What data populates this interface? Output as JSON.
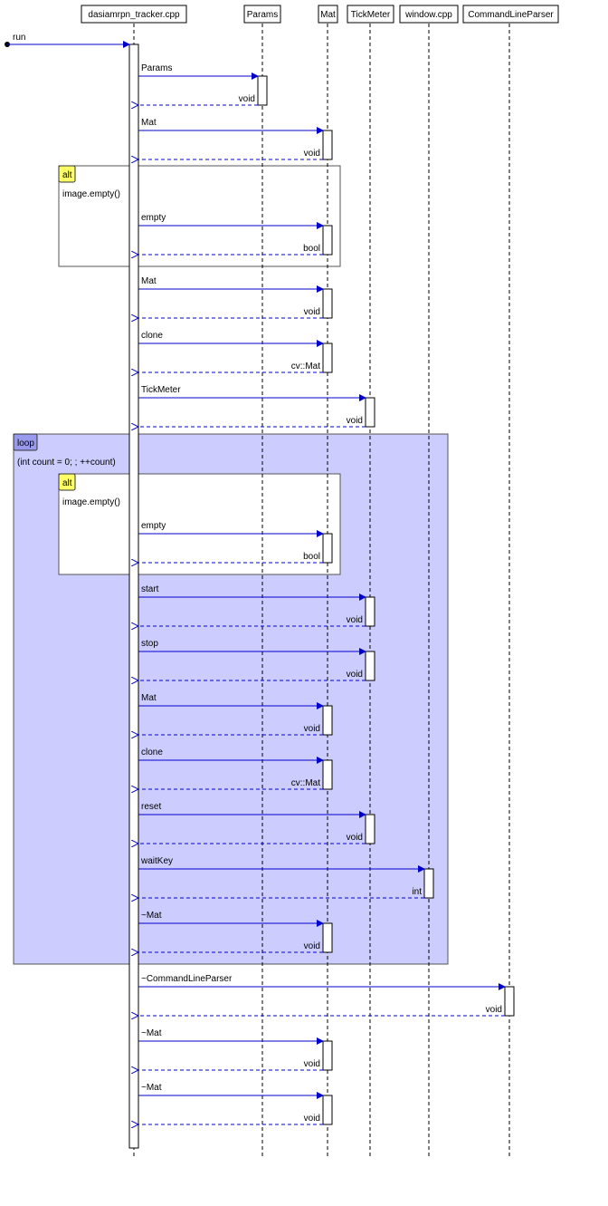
{
  "participants": [
    {
      "id": "dt",
      "label": "dasiamrpn_tracker.cpp"
    },
    {
      "id": "pa",
      "label": "Params"
    },
    {
      "id": "mat",
      "label": "Mat"
    },
    {
      "id": "tm",
      "label": "TickMeter"
    },
    {
      "id": "win",
      "label": "window.cpp"
    },
    {
      "id": "clp",
      "label": "CommandLineParser"
    }
  ],
  "entry": {
    "label": "run",
    "to": "dt"
  },
  "messages": [
    {
      "label": "Params",
      "to": "pa",
      "ret": "void"
    },
    {
      "label": "Mat",
      "to": "mat",
      "ret": "void"
    },
    {
      "label": "empty",
      "to": "mat",
      "ret": "bool"
    },
    {
      "label": "Mat",
      "to": "mat",
      "ret": "void"
    },
    {
      "label": "clone",
      "to": "mat",
      "ret": "cv::Mat"
    },
    {
      "label": "TickMeter",
      "to": "tm",
      "ret": "void"
    },
    {
      "label": "empty",
      "to": "mat",
      "ret": "bool"
    },
    {
      "label": "start",
      "to": "tm",
      "ret": "void"
    },
    {
      "label": "stop",
      "to": "tm",
      "ret": "void"
    },
    {
      "label": "Mat",
      "to": "mat",
      "ret": "void"
    },
    {
      "label": "clone",
      "to": "mat",
      "ret": "cv::Mat"
    },
    {
      "label": "reset",
      "to": "tm",
      "ret": "void"
    },
    {
      "label": "waitKey",
      "to": "win",
      "ret": "int"
    },
    {
      "label": "~Mat",
      "to": "mat",
      "ret": "void"
    },
    {
      "label": "~CommandLineParser",
      "to": "clp",
      "ret": "void"
    },
    {
      "label": "~Mat",
      "to": "mat",
      "ret": "void"
    },
    {
      "label": "~Mat",
      "to": "mat",
      "ret": "void"
    }
  ],
  "fragments": [
    {
      "kind": "alt",
      "guard": "image.empty()"
    },
    {
      "kind": "loop",
      "guard": "(int count = 0; ; ++count)"
    },
    {
      "kind": "alt",
      "guard": "image.empty()"
    }
  ],
  "colors": {
    "call": "#0000cc",
    "loop_fill": "#ccccff",
    "loop_tag": "#9999ee",
    "alt_tag": "#ffff66",
    "line": "#000000"
  }
}
